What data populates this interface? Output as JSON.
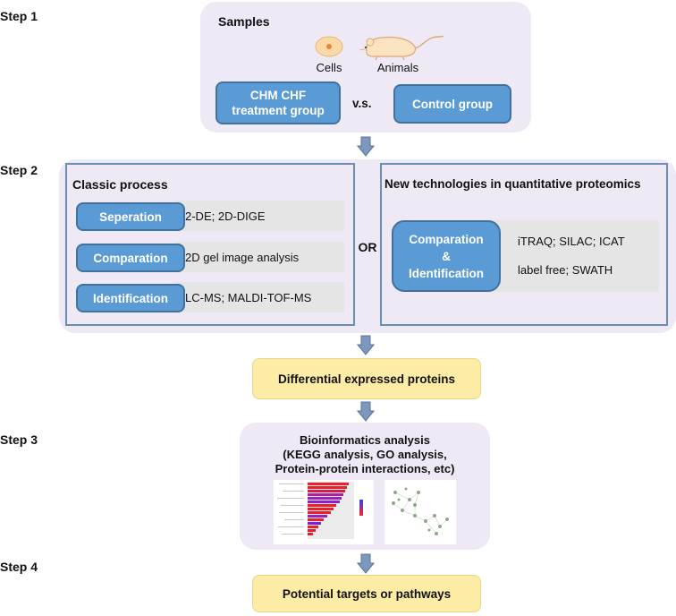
{
  "steps": [
    "Step 1",
    "Step 2",
    "Step 3",
    "Step 4"
  ],
  "samples": {
    "title": "Samples",
    "cells_label": "Cells",
    "animals_label": "Animals",
    "treatment_label": "CHM CHF treatment group",
    "vs_label": "v.s.",
    "control_label": "Control group"
  },
  "classic": {
    "title": "Classic process",
    "rows": [
      {
        "label": "Seperation",
        "value": "2-DE; 2D-DIGE"
      },
      {
        "label": "Comparation",
        "value": "2D gel image analysis"
      },
      {
        "label": "Identification",
        "value": "LC-MS; MALDI-TOF-MS"
      }
    ]
  },
  "or_label": "OR",
  "newtech": {
    "title": "New technologies in quantitative proteomics",
    "button_lines": [
      "Comparation",
      "&",
      "Identification"
    ],
    "line1": "iTRAQ; SILAC; ICAT",
    "line2": "label free; SWATH"
  },
  "differential_label": "Differential expressed proteins",
  "bioinfo": {
    "title_lines": [
      "Bioinformatics analysis",
      "(KEGG analysis, GO analysis,",
      "Protein-protein interactions, etc)"
    ]
  },
  "targets_label": "Potential targets or pathways",
  "colors": {
    "panel": "#efe9f6",
    "button": "#5b9bd5",
    "highlight": "#fdeca6",
    "arrow": "#7e97bd"
  }
}
